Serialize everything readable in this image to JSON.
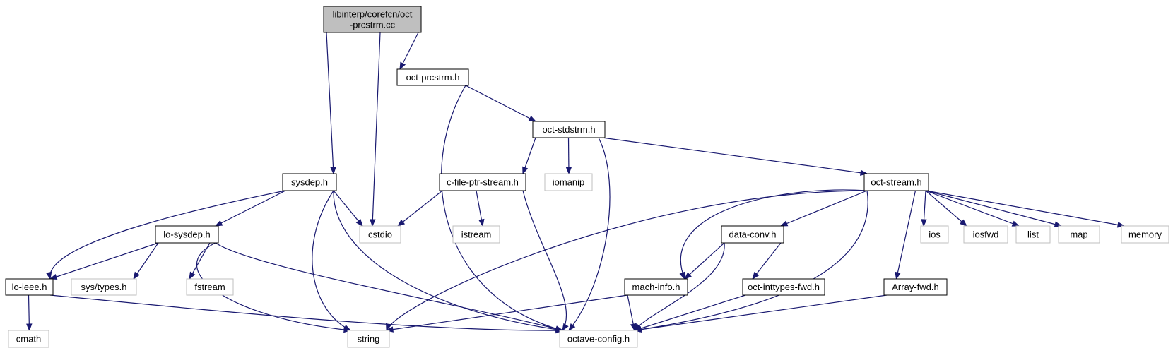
{
  "colors": {
    "edge": "#191970",
    "root_fill": "#bfbfbf",
    "root_border": "#000000",
    "local_border": "#000000",
    "system_border": "#bfbfbf",
    "text": "#000000"
  },
  "nodes": [
    {
      "id": "root",
      "kind": "root",
      "lines": [
        "libinterp/corefcn/oct",
        "-prcstrm.cc"
      ]
    },
    {
      "id": "oct-prcstrm-h",
      "kind": "local",
      "lines": [
        "oct-prcstrm.h"
      ]
    },
    {
      "id": "oct-stdstrm-h",
      "kind": "local",
      "lines": [
        "oct-stdstrm.h"
      ]
    },
    {
      "id": "sysdep-h",
      "kind": "local",
      "lines": [
        "sysdep.h"
      ]
    },
    {
      "id": "c-file-ptr-stream-h",
      "kind": "local",
      "lines": [
        "c-file-ptr-stream.h"
      ]
    },
    {
      "id": "iomanip",
      "kind": "system",
      "lines": [
        "iomanip"
      ]
    },
    {
      "id": "oct-stream-h",
      "kind": "local",
      "lines": [
        "oct-stream.h"
      ]
    },
    {
      "id": "lo-sysdep-h",
      "kind": "local",
      "lines": [
        "lo-sysdep.h"
      ]
    },
    {
      "id": "cstdio",
      "kind": "system",
      "lines": [
        "cstdio"
      ]
    },
    {
      "id": "istream",
      "kind": "system",
      "lines": [
        "istream"
      ]
    },
    {
      "id": "data-conv-h",
      "kind": "local",
      "lines": [
        "data-conv.h"
      ]
    },
    {
      "id": "ios",
      "kind": "system",
      "lines": [
        "ios"
      ]
    },
    {
      "id": "iosfwd",
      "kind": "system",
      "lines": [
        "iosfwd"
      ]
    },
    {
      "id": "list",
      "kind": "system",
      "lines": [
        "list"
      ]
    },
    {
      "id": "map",
      "kind": "system",
      "lines": [
        "map"
      ]
    },
    {
      "id": "memory",
      "kind": "system",
      "lines": [
        "memory"
      ]
    },
    {
      "id": "lo-ieee-h",
      "kind": "local",
      "lines": [
        "lo-ieee.h"
      ]
    },
    {
      "id": "sys-types-h",
      "kind": "system",
      "lines": [
        "sys/types.h"
      ]
    },
    {
      "id": "fstream",
      "kind": "system",
      "lines": [
        "fstream"
      ]
    },
    {
      "id": "mach-info-h",
      "kind": "local",
      "lines": [
        "mach-info.h"
      ]
    },
    {
      "id": "oct-inttypes-fwd-h",
      "kind": "local",
      "lines": [
        "oct-inttypes-fwd.h"
      ]
    },
    {
      "id": "array-fwd-h",
      "kind": "local",
      "lines": [
        "Array-fwd.h"
      ]
    },
    {
      "id": "cmath",
      "kind": "system",
      "lines": [
        "cmath"
      ]
    },
    {
      "id": "string",
      "kind": "system",
      "lines": [
        "string"
      ]
    },
    {
      "id": "octave-config-h",
      "kind": "system",
      "lines": [
        "octave-config.h"
      ]
    }
  ],
  "edges": [
    [
      "root",
      "sysdep-h"
    ],
    [
      "root",
      "cstdio"
    ],
    [
      "root",
      "oct-prcstrm-h"
    ],
    [
      "oct-prcstrm-h",
      "oct-stdstrm-h"
    ],
    [
      "oct-prcstrm-h",
      "octave-config-h"
    ],
    [
      "oct-stdstrm-h",
      "c-file-ptr-stream-h"
    ],
    [
      "oct-stdstrm-h",
      "iomanip"
    ],
    [
      "oct-stdstrm-h",
      "octave-config-h"
    ],
    [
      "oct-stdstrm-h",
      "oct-stream-h"
    ],
    [
      "sysdep-h",
      "lo-ieee-h"
    ],
    [
      "sysdep-h",
      "lo-sysdep-h"
    ],
    [
      "sysdep-h",
      "cstdio"
    ],
    [
      "sysdep-h",
      "string"
    ],
    [
      "sysdep-h",
      "octave-config-h"
    ],
    [
      "c-file-ptr-stream-h",
      "cstdio"
    ],
    [
      "c-file-ptr-stream-h",
      "istream"
    ],
    [
      "c-file-ptr-stream-h",
      "octave-config-h"
    ],
    [
      "lo-sysdep-h",
      "lo-ieee-h"
    ],
    [
      "lo-sysdep-h",
      "sys-types-h"
    ],
    [
      "lo-sysdep-h",
      "fstream"
    ],
    [
      "lo-sysdep-h",
      "string"
    ],
    [
      "lo-sysdep-h",
      "octave-config-h"
    ],
    [
      "lo-ieee-h",
      "cmath"
    ],
    [
      "lo-ieee-h",
      "octave-config-h"
    ],
    [
      "oct-stream-h",
      "string"
    ],
    [
      "oct-stream-h",
      "mach-info-h"
    ],
    [
      "oct-stream-h",
      "data-conv-h"
    ],
    [
      "oct-stream-h",
      "octave-config-h"
    ],
    [
      "oct-stream-h",
      "array-fwd-h"
    ],
    [
      "oct-stream-h",
      "ios"
    ],
    [
      "oct-stream-h",
      "iosfwd"
    ],
    [
      "oct-stream-h",
      "list"
    ],
    [
      "oct-stream-h",
      "map"
    ],
    [
      "oct-stream-h",
      "memory"
    ],
    [
      "data-conv-h",
      "mach-info-h"
    ],
    [
      "data-conv-h",
      "oct-inttypes-fwd-h"
    ],
    [
      "data-conv-h",
      "octave-config-h"
    ],
    [
      "mach-info-h",
      "string"
    ],
    [
      "mach-info-h",
      "octave-config-h"
    ],
    [
      "oct-inttypes-fwd-h",
      "octave-config-h"
    ],
    [
      "array-fwd-h",
      "octave-config-h"
    ]
  ]
}
